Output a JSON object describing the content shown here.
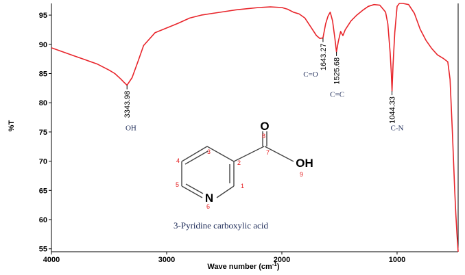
{
  "chart_data": {
    "type": "line",
    "xlabel": "Wave number (cm",
    "xlabel_sup": "-1",
    "xlabel_end": ")",
    "ylabel": "%T",
    "xlim": [
      4000,
      470
    ],
    "ylim": [
      54.5,
      97
    ],
    "x_ticks": [
      4000,
      3000,
      2000,
      1000
    ],
    "y_ticks": [
      55,
      60,
      65,
      70,
      75,
      80,
      85,
      90,
      95
    ],
    "line_color": "#e8242a",
    "series": [
      {
        "x": [
          4000,
          3900,
          3800,
          3700,
          3600,
          3500,
          3450,
          3400,
          3370,
          3344,
          3300,
          3250,
          3200,
          3100,
          3000,
          2900,
          2800,
          2700,
          2600,
          2500,
          2400,
          2300,
          2200,
          2100,
          2000,
          1950,
          1900,
          1850,
          1800,
          1750,
          1700,
          1670,
          1643,
          1620,
          1600,
          1580,
          1560,
          1540,
          1526,
          1510,
          1490,
          1470,
          1450,
          1400,
          1350,
          1300,
          1250,
          1200,
          1150,
          1120,
          1100,
          1080,
          1060,
          1050,
          1044,
          1035,
          1020,
          1000,
          980,
          950,
          900,
          850,
          800,
          750,
          700,
          650,
          600,
          560,
          540,
          520,
          500,
          490,
          480,
          470
        ],
        "y": [
          89.4,
          88.7,
          88.0,
          87.3,
          86.6,
          85.6,
          85.0,
          84.1,
          83.5,
          83.0,
          84.3,
          87.0,
          89.8,
          92.0,
          92.8,
          93.6,
          94.5,
          95.0,
          95.3,
          95.6,
          95.9,
          96.1,
          96.3,
          96.4,
          96.3,
          96.0,
          95.5,
          95.2,
          94.5,
          93.0,
          91.5,
          91.0,
          91.1,
          93.5,
          94.8,
          95.5,
          94.0,
          91.0,
          88.7,
          90.5,
          92.2,
          91.5,
          92.5,
          94.0,
          95.0,
          95.8,
          96.5,
          96.8,
          96.7,
          96.0,
          95.5,
          93.5,
          88.5,
          85.0,
          82.0,
          86.5,
          92.0,
          96.5,
          97.0,
          97.0,
          96.8,
          95.3,
          92.6,
          90.7,
          89.3,
          88.2,
          87.6,
          87.0,
          84.0,
          75.0,
          65.0,
          61.0,
          57.5,
          54.5
        ]
      }
    ],
    "peaks": [
      {
        "label": "3343.98",
        "x": 3344,
        "y": 83.0
      },
      {
        "label": "1643.27",
        "x": 1643,
        "y": 91.1
      },
      {
        "label": "1525.68",
        "x": 1526,
        "y": 88.7
      },
      {
        "label": "1044.33",
        "x": 1044,
        "y": 82.0
      }
    ],
    "group_labels": [
      {
        "text": "OH",
        "x": 3310,
        "y": 75.3
      },
      {
        "text": "C=O",
        "x": 1750,
        "y": 84.5
      },
      {
        "text": "C=C",
        "x": 1520,
        "y": 81.0
      },
      {
        "text": "C-N",
        "x": 1000,
        "y": 75.3
      }
    ],
    "grid": false
  },
  "molecule": {
    "caption": "3-Pyridine carboxylic acid",
    "atoms": {
      "N": "N",
      "O_double": "O",
      "OH": "OH"
    },
    "numbers": [
      "1",
      "2",
      "3",
      "4",
      "5",
      "6",
      "7",
      "8",
      "9"
    ]
  }
}
